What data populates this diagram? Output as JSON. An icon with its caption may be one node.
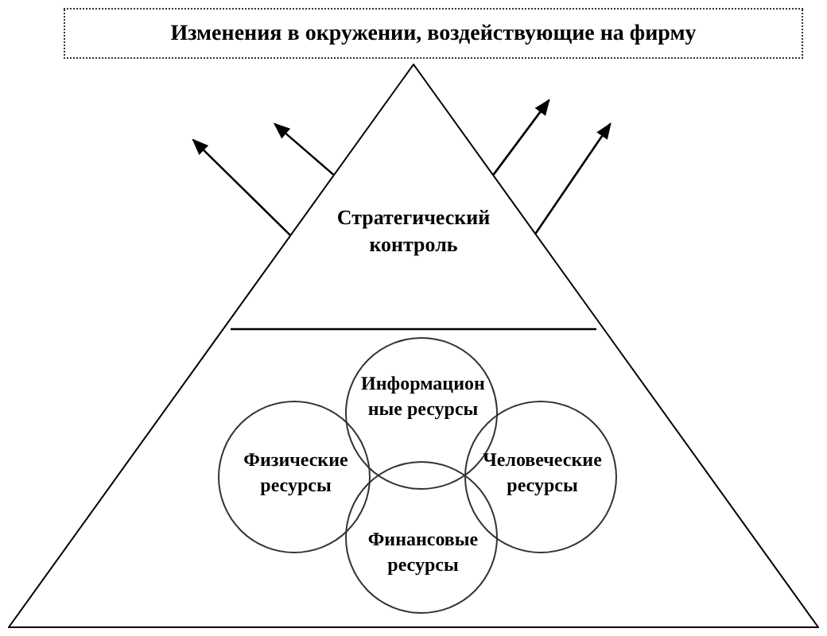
{
  "diagram": {
    "nodes": [
      {
        "text": [
          "Изменения в окружении, воздействующие на фирму"
        ]
      },
      {
        "text": [
          "Стратегический контроль"
        ]
      },
      {
        "text": [
          "Информацион ные ресурсы"
        ],
        "in": 1
      },
      {
        "text": [
          "Физические ресурсы"
        ],
        "in": 1
      },
      {
        "text": [
          "Человеческие ресурсы"
        ],
        "in": 1
      },
      {
        "text": [
          "Финансовые ресурсы"
        ],
        "in": 1
      }
    ],
    "edges": [
      {
        "from": 1,
        "to": null,
        "arrow": "to"
      },
      {
        "from": 1,
        "to": null,
        "arrow": "to"
      },
      {
        "from": 1,
        "to": null,
        "arrow": "to"
      },
      {
        "from": 1,
        "to": null,
        "arrow": "to"
      }
    ]
  }
}
